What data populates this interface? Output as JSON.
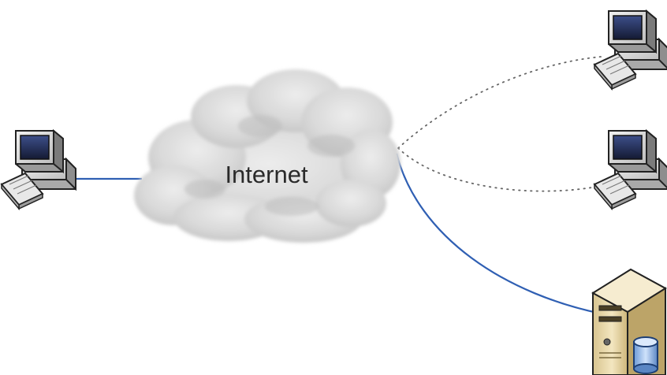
{
  "diagram": {
    "cloud": {
      "label": "Internet"
    },
    "nodes": [
      {
        "name": "client-computer",
        "icon": "computer-icon"
      },
      {
        "name": "remote-computer-top",
        "icon": "computer-icon"
      },
      {
        "name": "remote-computer-middle",
        "icon": "computer-icon"
      },
      {
        "name": "database-server",
        "icon": "server-database-icon"
      }
    ],
    "connections": [
      {
        "from": "client-computer",
        "to": "internet-cloud",
        "style": "solid"
      },
      {
        "from": "internet-cloud",
        "to": "remote-computer-top",
        "style": "dotted"
      },
      {
        "from": "internet-cloud",
        "to": "remote-computer-middle",
        "style": "dotted"
      },
      {
        "from": "internet-cloud",
        "to": "database-server",
        "style": "solid"
      }
    ],
    "colors": {
      "solid_link": "#2f5fb3",
      "dotted_link": "#666666",
      "cloud_fill": "#d6d6d6",
      "server_body": "#efe0b6"
    }
  }
}
